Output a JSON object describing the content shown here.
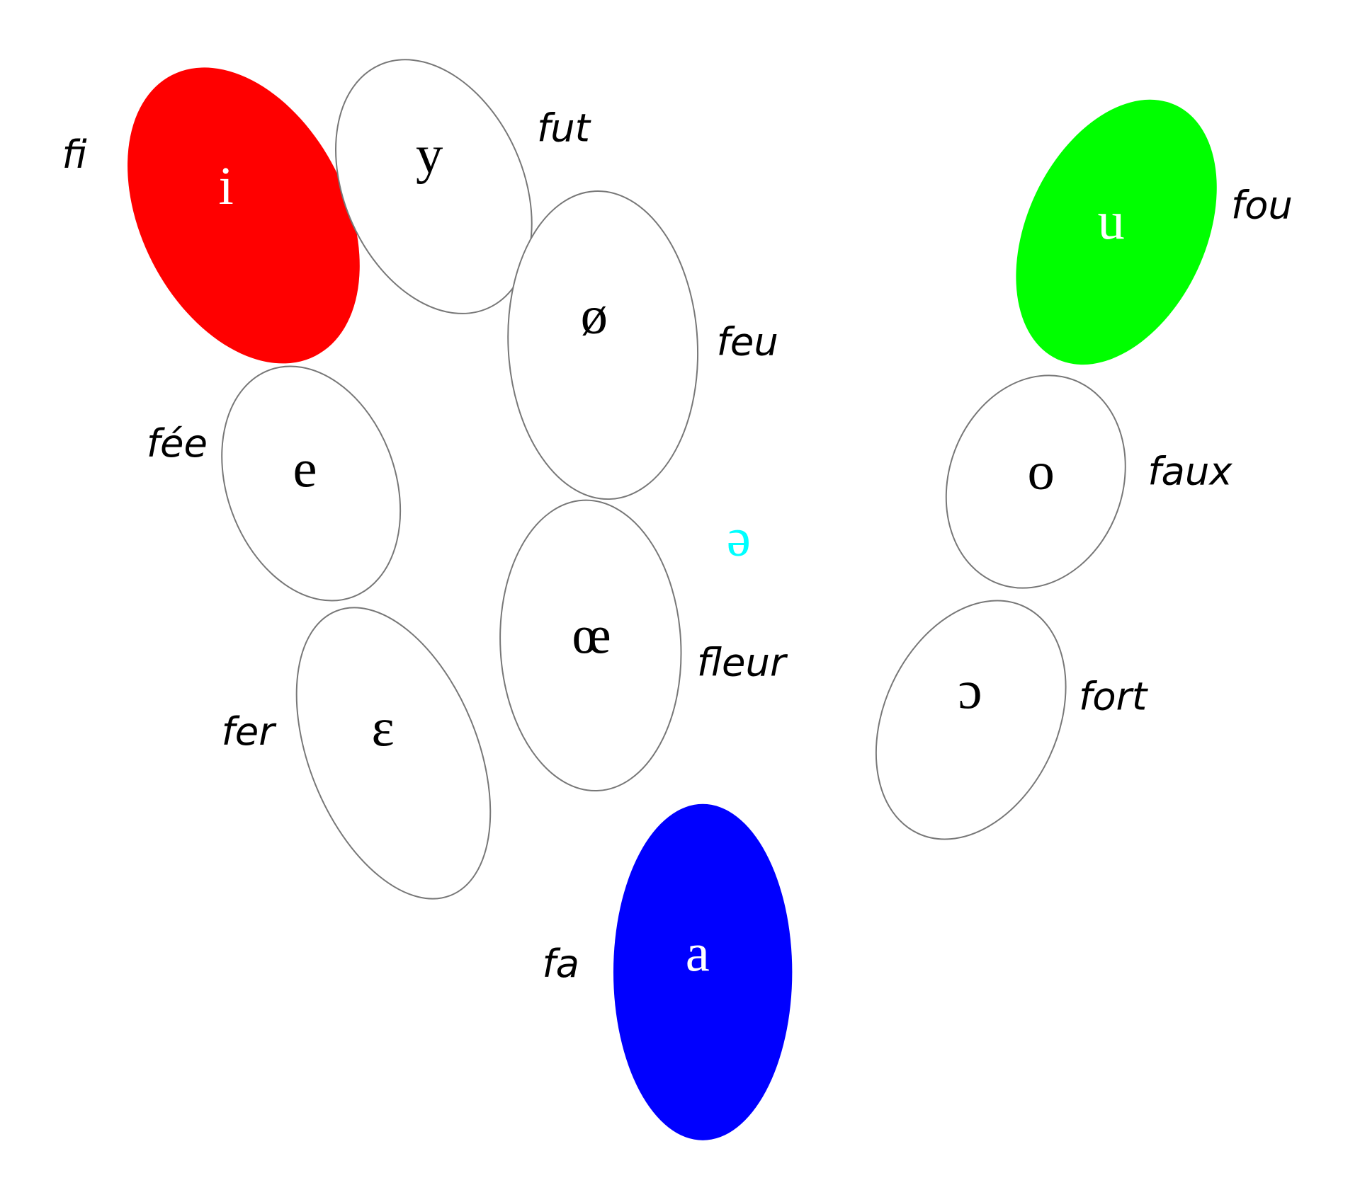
{
  "colors": {
    "i": "#ff0000",
    "u": "#00ff00",
    "a": "#0000ff",
    "schwa": "#00ffff",
    "outline": "#777777"
  },
  "vowels": {
    "i": {
      "symbol": "i",
      "word": "fi"
    },
    "y": {
      "symbol": "y",
      "word": "fut"
    },
    "o_slash": {
      "symbol": "ø",
      "word": "feu"
    },
    "e": {
      "symbol": "e",
      "word": "fée"
    },
    "epsilon": {
      "symbol": "ɛ",
      "word": "fer"
    },
    "oe": {
      "symbol": "œ",
      "word": "fleur"
    },
    "schwa": {
      "symbol": "ə"
    },
    "u": {
      "symbol": "u",
      "word": "fou"
    },
    "o": {
      "symbol": "o",
      "word": "faux"
    },
    "open_o": {
      "symbol": "ɔ",
      "word": "fort"
    },
    "a": {
      "symbol": "a",
      "word": "fa"
    }
  }
}
